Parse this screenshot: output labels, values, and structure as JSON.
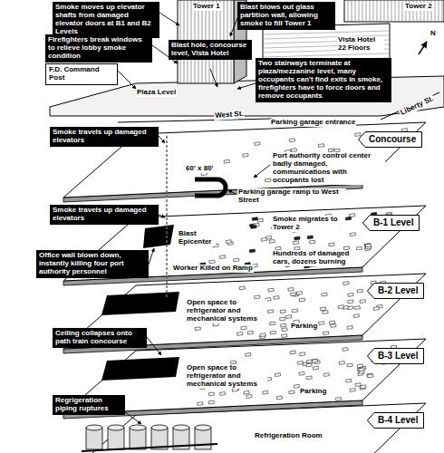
{
  "diagram": {
    "nodes": [
      {
        "text": [
          "Smoke moves up elevator shafts from damaged elevator doors at B1 and B2 Levels"
        ]
      },
      {
        "text": [
          "Blast blows out glass partition wall, allowing smoke to fill Tower 1"
        ]
      },
      {
        "text": [
          "Firefighters break windows to relieve lobby smoke condition"
        ]
      },
      {
        "text": [
          "Blast hole, concourse level, Vista Hotel"
        ]
      },
      {
        "text": [
          "F.D. Command Post"
        ]
      },
      {
        "text": [
          "Two stairways terminate at plaza/mezzanine level, many occupants can't find exits in smoke, firefighters have to force doors and remove occupants"
        ]
      },
      {
        "text": [
          "Smoke travels up damaged elevators"
        ]
      },
      {
        "text": [
          "Concourse"
        ]
      },
      {
        "text": [
          "Smoke travels up damaged elevators"
        ]
      },
      {
        "text": [
          "B-1 Level"
        ]
      },
      {
        "text": [
          "Office wall blown down, instantly killing four port authority personnel"
        ]
      },
      {
        "text": [
          "B-2 Level"
        ]
      },
      {
        "text": [
          "Ceiling collapses onto path train concourse"
        ]
      },
      {
        "text": [
          "B-3 Level"
        ]
      },
      {
        "text": [
          "Regrigeration piping ruptures"
        ]
      },
      {
        "text": [
          "B-4 Level"
        ]
      }
    ],
    "labels": [
      "Tower 1",
      "Tower 2",
      "N",
      "Vista Hotel 22 Floors",
      "Plaza Level",
      "West St.",
      "Liberty St.",
      "Parking garage entrance",
      "60' x 80'",
      "Port authority control center badly damaged, communications with occupants lost",
      "Parking garage ramp to West Street",
      "Smoke migrates to Tower 2",
      "Blast Epicenter",
      "Worker Killed on Ramp",
      "Hundreds of damaged cars, dozens burning",
      "Open space to refrigerator and mechanical systems",
      "Parking",
      "Open space to refrigerator and mechanical systems",
      "Parking",
      "Refrigeration Room"
    ]
  }
}
